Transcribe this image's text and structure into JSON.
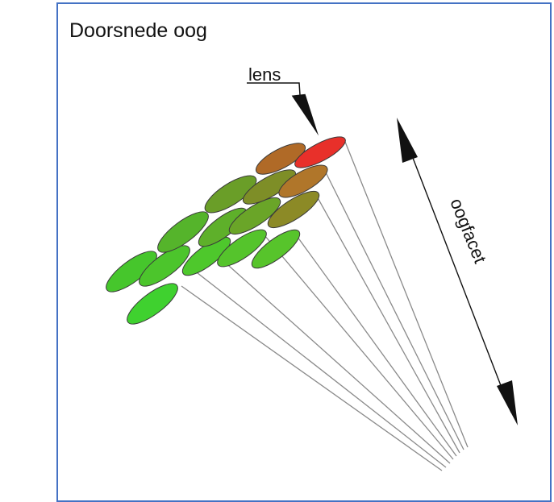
{
  "title": "Doorsnede oog",
  "labels": {
    "lens": "lens",
    "oogfacet": "oogfacet"
  },
  "colors": {
    "frame_border": "#4472C4",
    "lens_front": "#E8302A",
    "lens_back": "#3FD12F",
    "line": "#8A8A8A"
  }
}
